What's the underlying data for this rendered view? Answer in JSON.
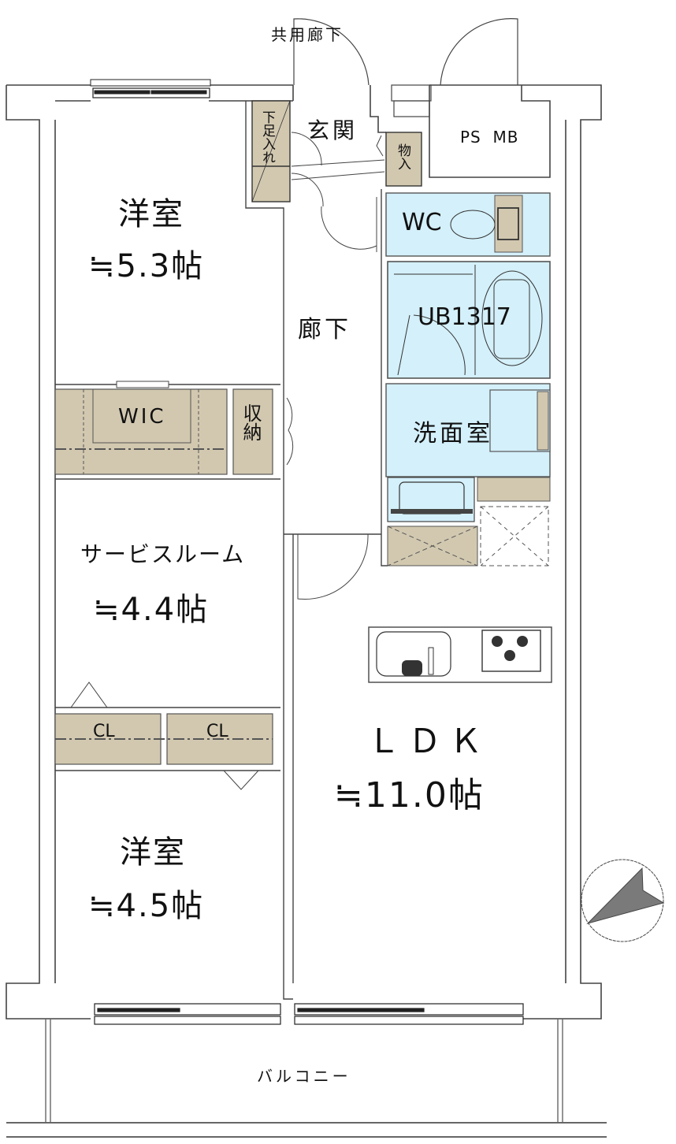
{
  "colors": {
    "wall": "#555555",
    "storage": "#d2c8b0",
    "wet_area": "#d4f0fa",
    "line": "#333333",
    "compass_fill": "#7a7a7a"
  },
  "labels": {
    "common_corridor": "共用廊下",
    "entrance": "玄関",
    "shoe_storage": "下足入れ",
    "storage_small": "物入",
    "ps_mb": "PS  MB",
    "wc": "WC",
    "unit_bath": "UB1317",
    "hallway": "廊下",
    "washroom": "洗面室",
    "wic": "WIC",
    "closet_storage": "収納",
    "closet_1": "CL",
    "closet_2": "CL",
    "balcony": "バルコニー"
  },
  "rooms": [
    {
      "name": "洋室",
      "area": "≒5.3帖"
    },
    {
      "name": "サービスルーム",
      "area": "≒4.4帖"
    },
    {
      "name": "洋室",
      "area": "≒4.5帖"
    },
    {
      "name": "ＬＤＫ",
      "area": "≒11.0帖"
    }
  ],
  "compass": {
    "icon": "north-arrow-icon"
  }
}
